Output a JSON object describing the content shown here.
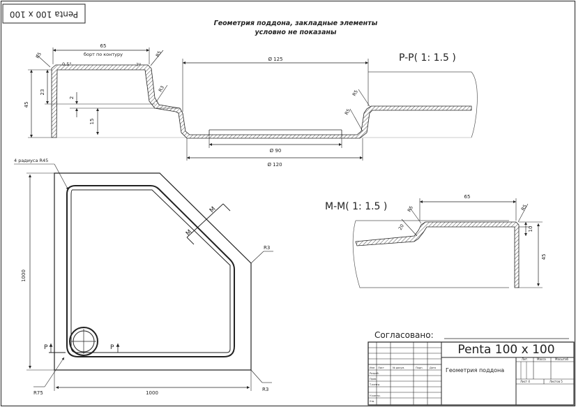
{
  "stamp_rotated": "Penta 100 x 100",
  "note": {
    "line1": "Геометрия поддона, закладные элементы",
    "line2": "условно не показаны"
  },
  "section_pp": {
    "title": "P-P( 1: 1.5 )",
    "dims": {
      "d125": "Ø 125",
      "d90": "Ø 90",
      "d120": "Ø 120",
      "w65": "65",
      "border_label": "борт по контуру",
      "r5a": "R5",
      "r5b": "R5",
      "r5c": "R5",
      "r5d": "R5",
      "r3": "R3",
      "a05": "0.5°",
      "a7": "7°",
      "h45": "45",
      "h23": "23",
      "h2": "2",
      "h15": "15"
    }
  },
  "plan": {
    "radius_note": "4 радиуса R45",
    "width": "1000",
    "height": "1000",
    "r75": "R75",
    "r3a": "R3",
    "r3b": "R3",
    "m1": "M",
    "m2": "M",
    "p1": "P",
    "p2": "P"
  },
  "section_mm": {
    "title": "M-M( 1: 1.5 )",
    "dims": {
      "w65": "65",
      "r5a": "R5",
      "r5b": "R5",
      "r20": "20",
      "h10": "10",
      "h45": "45"
    }
  },
  "approval": "Согласовано:",
  "titleblock": {
    "name": "Penta 100 x 100",
    "doc": "Геометрия поддона",
    "cols": [
      "Изм",
      "Лист",
      "№ докум.",
      "Подп.",
      "Дата"
    ],
    "rows": [
      "Разраб.",
      "Пров.",
      "Т.контр.",
      "",
      "Н.контр.",
      "Утв."
    ],
    "lit": "Лит.",
    "mass": "Масса",
    "scale": "Масштаб",
    "sheet": "Лист 4",
    "sheets": "Листов 5"
  }
}
